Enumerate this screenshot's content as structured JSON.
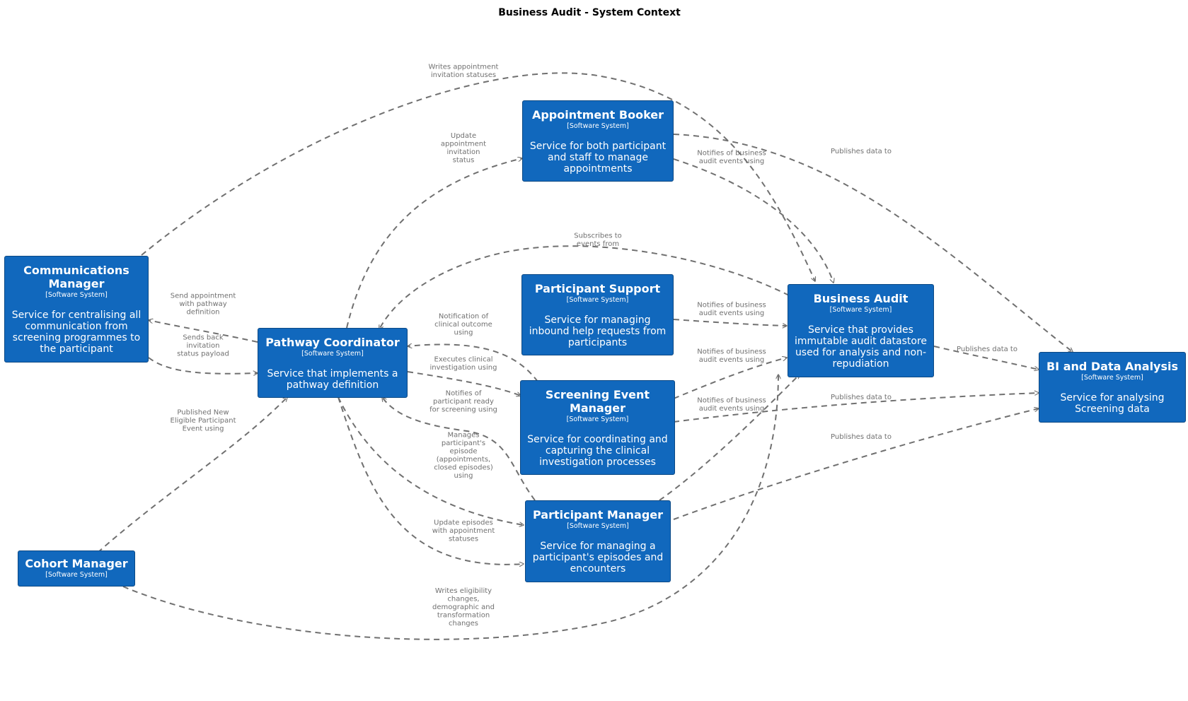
{
  "title": "Business Audit - System Context",
  "systems": {
    "appointment_booker": {
      "name": "Appointment Booker",
      "tech": "[Software System]",
      "desc": "Service for both participant and staff to manage appointments"
    },
    "communications_manager": {
      "name": "Communications Manager",
      "tech": "[Software System]",
      "desc": "Service for centralising all communication from screening programmes to the participant"
    },
    "participant_support": {
      "name": "Participant Support",
      "tech": "[Software System]",
      "desc": "Service for managing inbound help requests from participants"
    },
    "business_audit": {
      "name": "Business Audit",
      "tech": "[Software System]",
      "desc": "Service that provides immutable audit datastore used for analysis and non-repudiation"
    },
    "pathway_coordinator": {
      "name": "Pathway Coordinator",
      "tech": "[Software System]",
      "desc": "Service that implements a pathway definition"
    },
    "bi_data_analysis": {
      "name": "BI and Data Analysis",
      "tech": "[Software System]",
      "desc": "Service for analysing Screening data"
    },
    "screening_event_manager": {
      "name": "Screening Event Manager",
      "tech": "[Software System]",
      "desc": "Service for coordinating and capturing the clinical investigation processes"
    },
    "participant_manager": {
      "name": "Participant Manager",
      "tech": "[Software System]",
      "desc": "Service for managing a participant's episodes and encounters"
    },
    "cohort_manager": {
      "name": "Cohort Manager",
      "tech": "[Software System]",
      "desc": ""
    }
  },
  "edges": {
    "writes_appt_invitation": "Writes appointment invitation statuses",
    "update_appt_invitation": "Update appointment invitation status",
    "ab_publishes": "Publishes data to",
    "ab_notifies": "Notifies of business audit events using",
    "subscribes": "Subscribes to events from",
    "ps_notifies": "Notifies of business audit events using",
    "send_appointment": "Send appointment with pathway definition",
    "sends_back": "Sends back invitation status payload",
    "notification_clinical": "Notification of clinical outcome using",
    "executes_clinical": "Executes clinical investigation using",
    "sem_notifies": "Notifies of business audit events using",
    "ba_publishes": "Publishes data to",
    "sem_publishes": "Publishes data to",
    "pm_notifies": "Notifies of business audit events using",
    "notifies_ready": "Notifies of participant ready for screening using",
    "published_new": "Published New Eligible Participant Event using",
    "manages_episode": "Manages participant's episode (appointments, closed episodes) using",
    "pm_publishes": "Publishes data to",
    "update_episodes": "Update episodes with appointment statuses",
    "writes_eligibility": "Writes eligibility changes, demographic and transformation changes"
  }
}
